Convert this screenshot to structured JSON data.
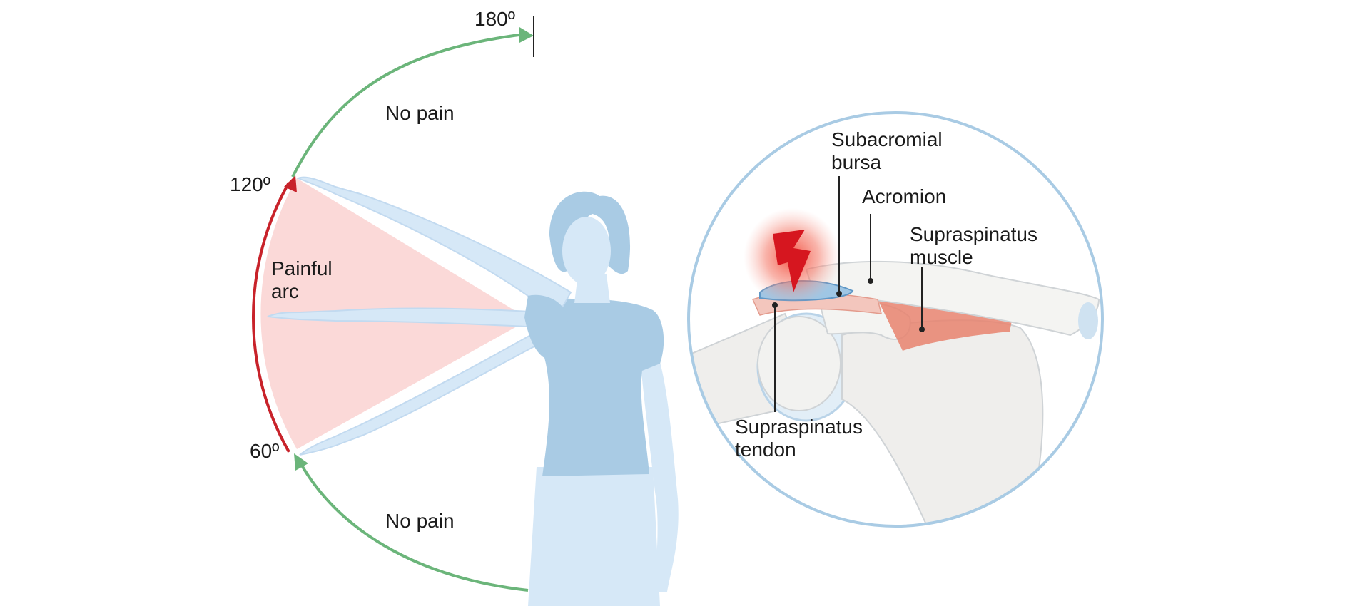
{
  "angles": {
    "a180": "180º",
    "a120": "120º",
    "a60": "60º"
  },
  "zones": {
    "no_pain_top": "No pain",
    "painful_arc_line1": "Painful",
    "painful_arc_line2": "arc",
    "no_pain_bottom": "No pain"
  },
  "inset_labels": {
    "bursa_line1": "Subacromial",
    "bursa_line2": "bursa",
    "acromion": "Acromion",
    "muscle_line1": "Supraspinatus",
    "muscle_line2": "muscle",
    "tendon_line1": "Supraspinatus",
    "tendon_line2": "tendon"
  },
  "colors": {
    "no_pain_arc": "#6bb57a",
    "painful_arc": "#c8222a",
    "painful_fill": "#fbd9d8",
    "figure": "#d6e8f7",
    "shirt": "#a9cbe4",
    "inset_ring": "#a9cbe4",
    "bone": "#efeeec",
    "muscle": "#e8836f",
    "pain_glow": "#f24a3a"
  }
}
